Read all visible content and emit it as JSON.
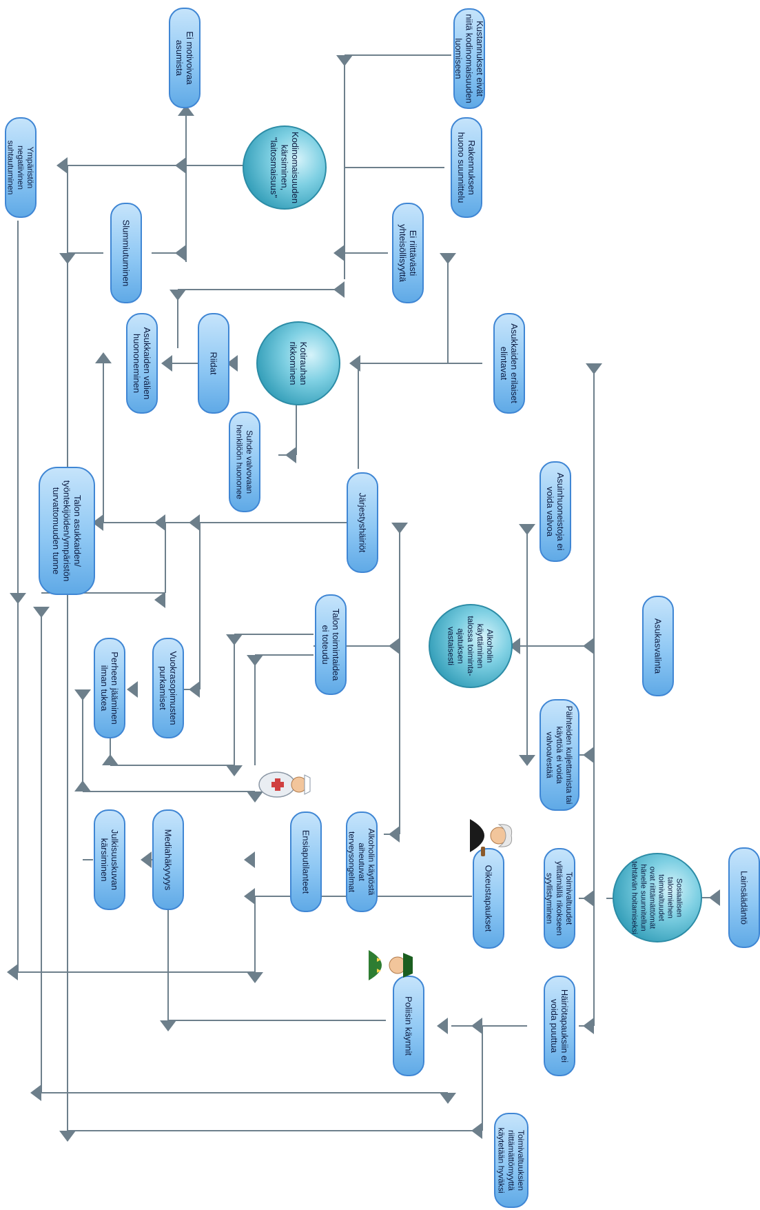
{
  "colors": {
    "box_fill": "#8fc8f4",
    "box_stroke": "#3f86d4",
    "circle_fill": "#59bfd6",
    "circle_stroke": "#2c8ca6",
    "line": "#6d7f8b",
    "arrow": "#6d7f8b",
    "text": "#0b1a40"
  },
  "boxes": [
    {
      "id": "b1",
      "text": "Kustannukset eivät\nniitä kodinomaisuuden\nluomiseen"
    },
    {
      "id": "b2",
      "text": "Ei motivoivaa\nasumista"
    },
    {
      "id": "b3",
      "text": "Ympäristön\nnegatiivinen\nsuhtautuminen"
    },
    {
      "id": "b4",
      "text": "Rakennuksen\nhuono suunnittelu"
    },
    {
      "id": "b5",
      "text": "Ei riittävästi\nyhteisöllisyyttä"
    },
    {
      "id": "b6",
      "text": "Slummiutuminen"
    },
    {
      "id": "b7",
      "text": "Asukkaiden välien\nhuononeminen"
    },
    {
      "id": "b8",
      "text": "Riidat"
    },
    {
      "id": "b9",
      "text": "Asukkaiden erilaiset\nelintavat"
    },
    {
      "id": "b10",
      "text": "Suhde valvovaan\nhenkilöön huononee"
    },
    {
      "id": "b11",
      "text": "Järjestyshäiriöt"
    },
    {
      "id": "b12",
      "text": "Talon asukkaiden/\ntyöntekijöiden/ympäristön\nturvattomuuden tunne"
    },
    {
      "id": "b13",
      "text": "Asuinhuoneistoja ei\nvoida valvoa"
    },
    {
      "id": "b14",
      "text": "Talon toimintaidea\nei toteudu"
    },
    {
      "id": "b15",
      "text": "Asukasvalinta"
    },
    {
      "id": "b16",
      "text": "Vuokrasopimusten\npurkamiset"
    },
    {
      "id": "b17",
      "text": "Perheen jääminen\nilman tukea"
    },
    {
      "id": "b18",
      "text": "Päihteiden kuljettamista tai\nkäyttöä ei voida\nvalvoa/estää"
    },
    {
      "id": "b19",
      "text": "Ensiaputilanteet"
    },
    {
      "id": "b20",
      "text": "Alkoholin käytöstä\naiheutuvat\nterveysongelmat"
    },
    {
      "id": "b21",
      "text": "Mediahäkyvyys"
    },
    {
      "id": "b22",
      "text": "Julkisuuskuvan\nkärsiminen"
    },
    {
      "id": "b23",
      "text": "Oikeustapaukset"
    },
    {
      "id": "b24",
      "text": "Toimivaltuudet\nylittämällä rikokseen\nsyyllistyminen"
    },
    {
      "id": "b25",
      "text": "Lainsäädäntö"
    },
    {
      "id": "b26",
      "text": "Poliisin käynnit"
    },
    {
      "id": "b27",
      "text": "Häiriötapauksiin ei\nvoida puuttua"
    },
    {
      "id": "b28",
      "text": "Toimivaltuuksien\nriittämättömyyttä\nkäytetään hyväksi"
    }
  ],
  "circles": [
    {
      "id": "c1",
      "text": "Kodinomaisuuden\nkärsiminen,\n\"laitosmaisuus\""
    },
    {
      "id": "c2",
      "text": "Kotirauhan\nrikkominen"
    },
    {
      "id": "c3",
      "text": "Alkoholin\nkäyttäminen\ntalossa toiminta-\najatuksen\nvastaisesti"
    },
    {
      "id": "c4",
      "text": "Sosiaalisen\ntalonmiehen\ntoimivaltuudet\novat riittämättömät\nhänelle suunnitellun\ntehtävän hoitamiseksi"
    }
  ],
  "icons": [
    {
      "id": "i1",
      "name": "nurse-figure-icon"
    },
    {
      "id": "i2",
      "name": "judge-figure-icon"
    },
    {
      "id": "i3",
      "name": "police-figure-icon"
    }
  ]
}
